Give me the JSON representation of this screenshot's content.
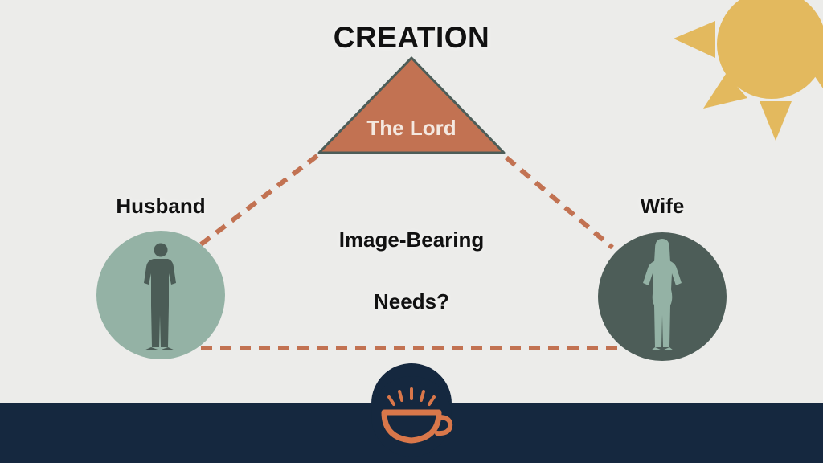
{
  "title": "CREATION",
  "apex": {
    "label": "The Lord"
  },
  "left_node": {
    "label": "Husband"
  },
  "right_node": {
    "label": "Wife"
  },
  "center": {
    "line1": "Image-Bearing",
    "line2": "Needs?"
  },
  "colors": {
    "background": "#ececea",
    "triangle_fill": "#c27252",
    "triangle_stroke": "#4d5d58",
    "dash_color": "#c27252",
    "husband_circle": "#94b2a5",
    "husband_figure": "#4b5c56",
    "wife_circle": "#4d5d58",
    "wife_figure": "#94b2a5",
    "sun": "#e3b95e",
    "footer_band": "#15283f",
    "logo_cup": "#d9774a"
  },
  "icons": {
    "sun": "sun-icon",
    "husband": "man-silhouette-icon",
    "wife": "woman-silhouette-icon",
    "logo": "coffee-cup-logo-icon"
  }
}
